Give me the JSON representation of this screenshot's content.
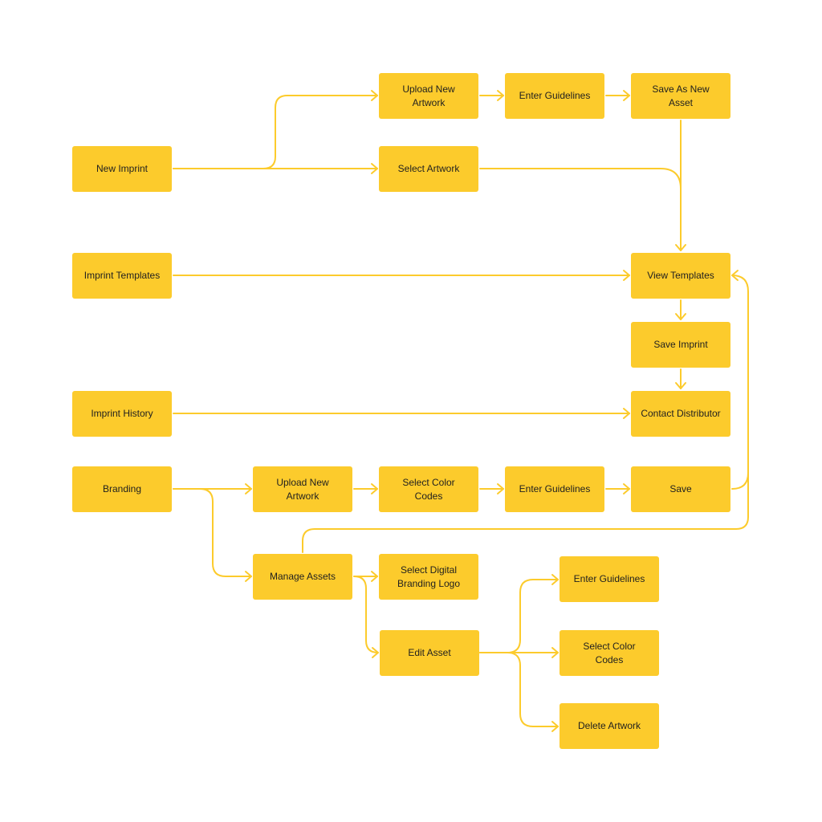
{
  "colors": {
    "node_fill": "#fccb2c",
    "connector": "#fccb2c",
    "node_text": "#1f1f1f",
    "background": "#ffffff"
  },
  "nodes": {
    "new_imprint": "New Imprint",
    "upload_new_artwork_top": "Upload New\nArtwork",
    "enter_guidelines_top": "Enter Guidelines",
    "save_as_new_asset": "Save As New\nAsset",
    "select_artwork": "Select Artwork",
    "imprint_templates": "Imprint Templates",
    "view_templates": "View Templates",
    "save_imprint": "Save Imprint",
    "imprint_history": "Imprint History",
    "contact_distributor": "Contact Distributor",
    "branding": "Branding",
    "upload_new_artwork_branding": "Upload New\nArtwork",
    "select_color_codes_branding": "Select Color\nCodes",
    "enter_guidelines_branding": "Enter Guidelines",
    "save": "Save",
    "manage_assets": "Manage Assets",
    "select_digital_branding_logo": "Select Digital\nBranding Logo",
    "edit_asset": "Edit Asset",
    "enter_guidelines_edit": "Enter Guidelines",
    "select_color_codes_edit": "Select Color\nCodes",
    "delete_artwork": "Delete Artwork"
  }
}
